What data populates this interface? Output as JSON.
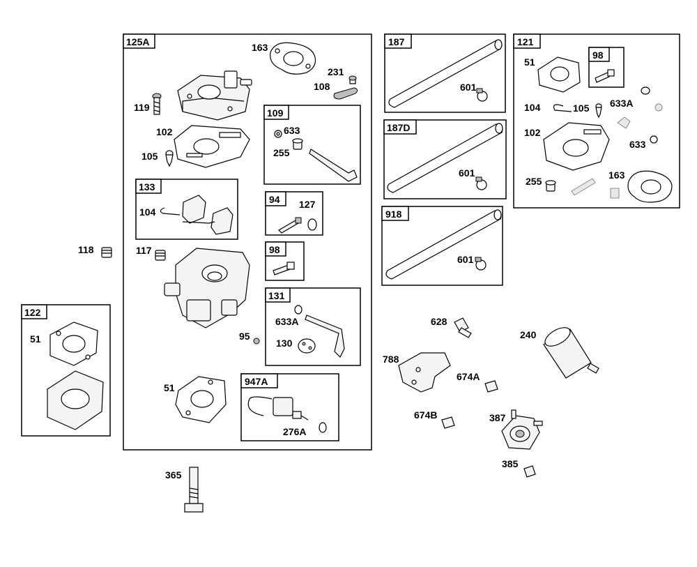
{
  "groups": {
    "g125A": "125A",
    "g109": "109",
    "g133": "133",
    "g94": "94",
    "g98a": "98",
    "g131": "131",
    "g947A": "947A",
    "g122": "122",
    "g187": "187",
    "g187D": "187D",
    "g918": "918",
    "g121": "121",
    "g98b": "98"
  },
  "parts": {
    "p163a": "163",
    "p231": "231",
    "p108": "108",
    "p119": "119",
    "p102a": "102",
    "p105a": "105",
    "p633a": "633",
    "p255a": "255",
    "p104a": "104",
    "p127": "127",
    "p118": "118",
    "p117": "117",
    "p633Aa": "633A",
    "p130": "130",
    "p95": "95",
    "p51a": "51",
    "p276A": "276A",
    "p51b": "51",
    "p365": "365",
    "p601a": "601",
    "p601b": "601",
    "p601c": "601",
    "p51c": "51",
    "p104b": "104",
    "p105b": "105",
    "p633Ab": "633A",
    "p102b": "102",
    "p633b": "633",
    "p255b": "255",
    "p163b": "163",
    "p628": "628",
    "p240": "240",
    "p788": "788",
    "p674A": "674A",
    "p674B": "674B",
    "p387": "387",
    "p385": "385"
  }
}
